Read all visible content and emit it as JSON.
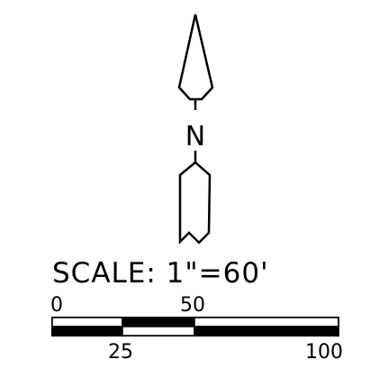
{
  "north_arrow": {
    "label": "N"
  },
  "scale": {
    "text": "SCALE:  1\"=60'",
    "ticks": [
      "0",
      "50",
      "25",
      "100"
    ]
  },
  "colors": {
    "ink": "#000000",
    "paper": "#ffffff"
  }
}
